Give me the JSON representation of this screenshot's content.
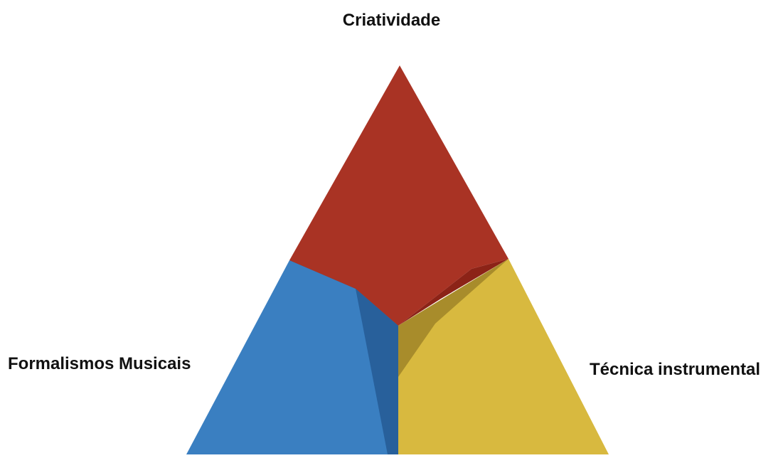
{
  "diagram": {
    "labels": {
      "top": "Criatividade",
      "left": "Formalismos Musicais",
      "right": "Técnica instrumental"
    },
    "colors": {
      "top_face": "#a93324",
      "top_face_shadow": "#8c2317",
      "left_face": "#3a7fc1",
      "left_face_shadow": "#28609b",
      "right_face": "#d8b93f",
      "right_face_shadow": "#a88c2b"
    }
  }
}
